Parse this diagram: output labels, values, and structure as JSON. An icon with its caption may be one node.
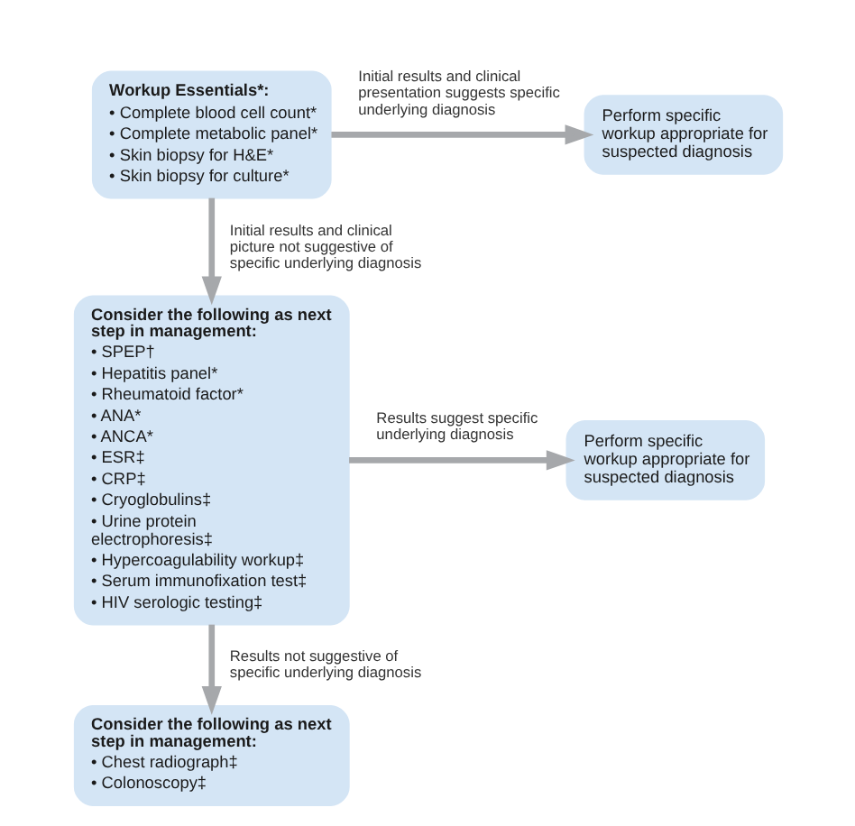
{
  "diagram": {
    "nodes": [
      {
        "text": [
          "Workup Essentials*:",
          "• Complete blood cell count*",
          "• Complete metabolic panel*",
          "• Skin biopsy for H&E*",
          "• Skin biopsy for culture*"
        ]
      },
      {
        "text": [
          "Perform specific workup appropriate for suspected diagnosis"
        ]
      },
      {
        "text": [
          "Consider the following as next step in management:",
          "• SPEP†",
          "• Hepatitis panel*",
          "• Rheumatoid factor*",
          "• ANA*",
          "• ANCA*",
          "• ESR‡",
          "• CRP‡",
          "• Cryoglobulins‡",
          "• Urine protein electrophoresis‡",
          "• Hypercoagulability workup‡",
          "• Serum immunofixation test‡",
          "• HIV serologic testing‡"
        ]
      },
      {
        "text": [
          "Perform specific workup appropriate for suspected diagnosis"
        ]
      },
      {
        "text": [
          "Consider the following as next step in management:",
          "• Chest radiograph‡",
          "• Colonoscopy‡"
        ]
      }
    ],
    "edges": [
      {
        "from": 0,
        "to": 1,
        "arrow": "to",
        "label": "Initial results and clinical presentation suggests specific underlying diagnosis"
      },
      {
        "from": 0,
        "to": 2,
        "arrow": "to",
        "label": "Initial results and clinical picture not suggestive of specific underlying diagnosis"
      },
      {
        "from": 2,
        "to": 3,
        "arrow": "to",
        "label": "Results suggest specific underlying diagnosis"
      },
      {
        "from": 2,
        "to": 4,
        "arrow": "to",
        "label": "Results not suggestive of specific underlying diagnosis"
      }
    ]
  }
}
